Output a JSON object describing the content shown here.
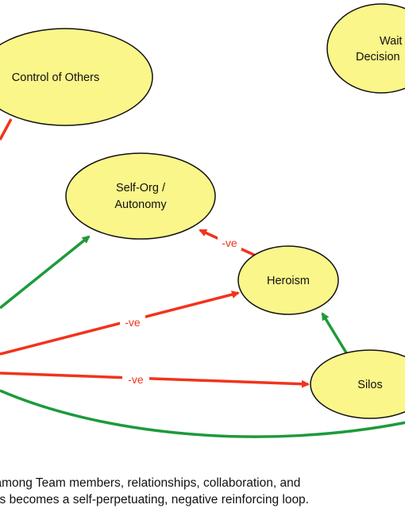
{
  "colors": {
    "node_fill": "#fbf68a",
    "node_stroke": "#111111",
    "negative_edge": "#f2331b",
    "positive_edge": "#1e9a3a",
    "background": "#ffffff"
  },
  "nodes": {
    "control_of_others": "Control of Others",
    "waiting_for_decisions": [
      "Wait",
      "Decision"
    ],
    "self_org": [
      "Self-Org /",
      "Autonomy"
    ],
    "heroism": "Heroism",
    "silos": "Silos"
  },
  "edges": {
    "heroism_to_self_org": "-ve",
    "left_to_heroism": "-ve",
    "left_to_silos": "-ve"
  },
  "caption": {
    "line1": "lk among Team members, relationships, collaboration, and",
    "line2": "This becomes a self-perpetuating, negative reinforcing loop."
  }
}
